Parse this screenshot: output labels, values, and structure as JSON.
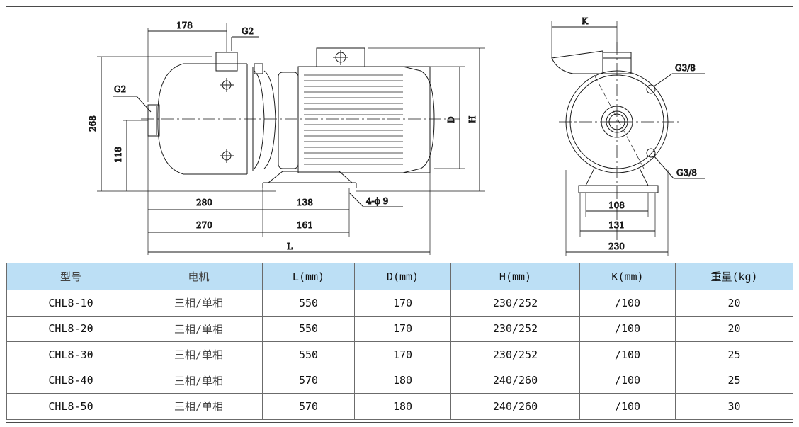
{
  "drawing": {
    "side": {
      "d178": "178",
      "g2_top": "G2",
      "g2_left": "G2",
      "d268": "268",
      "d118": "118",
      "d280": "280",
      "d138": "138",
      "d270": "270",
      "d161": "161",
      "holes": "4-ϕ 9",
      "L": "L",
      "D": "D",
      "H": "H"
    },
    "front": {
      "K": "K",
      "g38_top": "G3/8",
      "g38_bottom": "G3/8",
      "d108": "108",
      "d131": "131",
      "d230": "230"
    }
  },
  "table": {
    "headers": [
      "型号",
      "电机",
      "L(mm)",
      "D(mm)",
      "H(mm)",
      "K(mm)",
      "重量(kg)"
    ],
    "rows": [
      [
        "CHL8-10",
        "三相/单相",
        "550",
        "170",
        "230/252",
        "/100",
        "20"
      ],
      [
        "CHL8-20",
        "三相/单相",
        "550",
        "170",
        "230/252",
        "/100",
        "20"
      ],
      [
        "CHL8-30",
        "三相/单相",
        "550",
        "170",
        "230/252",
        "/100",
        "25"
      ],
      [
        "CHL8-40",
        "三相/单相",
        "570",
        "180",
        "240/260",
        "/100",
        "25"
      ],
      [
        "CHL8-50",
        "三相/单相",
        "570",
        "180",
        "240/260",
        "/100",
        "30"
      ]
    ]
  }
}
